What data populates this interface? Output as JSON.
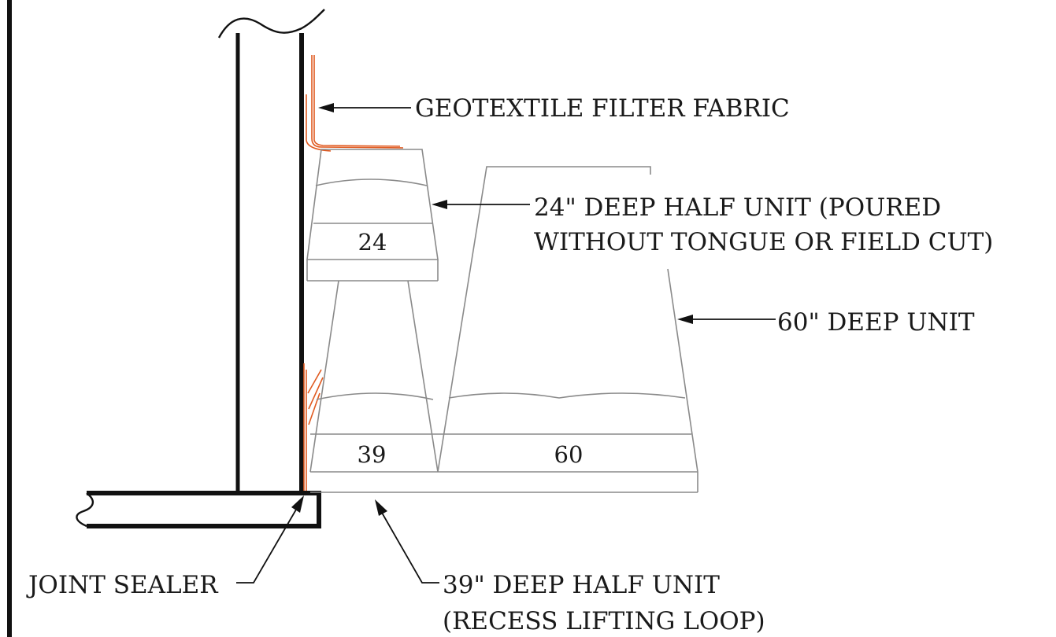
{
  "labels": {
    "geotextile": "GEOTEXTILE FILTER FABRIC",
    "half24_line1": "24\" DEEP HALF UNIT (POURED",
    "half24_line2": "WITHOUT TONGUE OR FIELD CUT)",
    "unit60": "60\" DEEP UNIT",
    "joint_sealer": "JOINT SEALER",
    "half39_line1": "39\" DEEP HALF UNIT",
    "half39_line2": "(RECESS LIFTING LOOP)"
  },
  "unit_numbers": {
    "u24": "24",
    "u39": "39",
    "u60": "60"
  },
  "colors": {
    "fabric": "#e05a20",
    "heavy_line": "#111111",
    "thin_line": "#8a8a8a"
  }
}
